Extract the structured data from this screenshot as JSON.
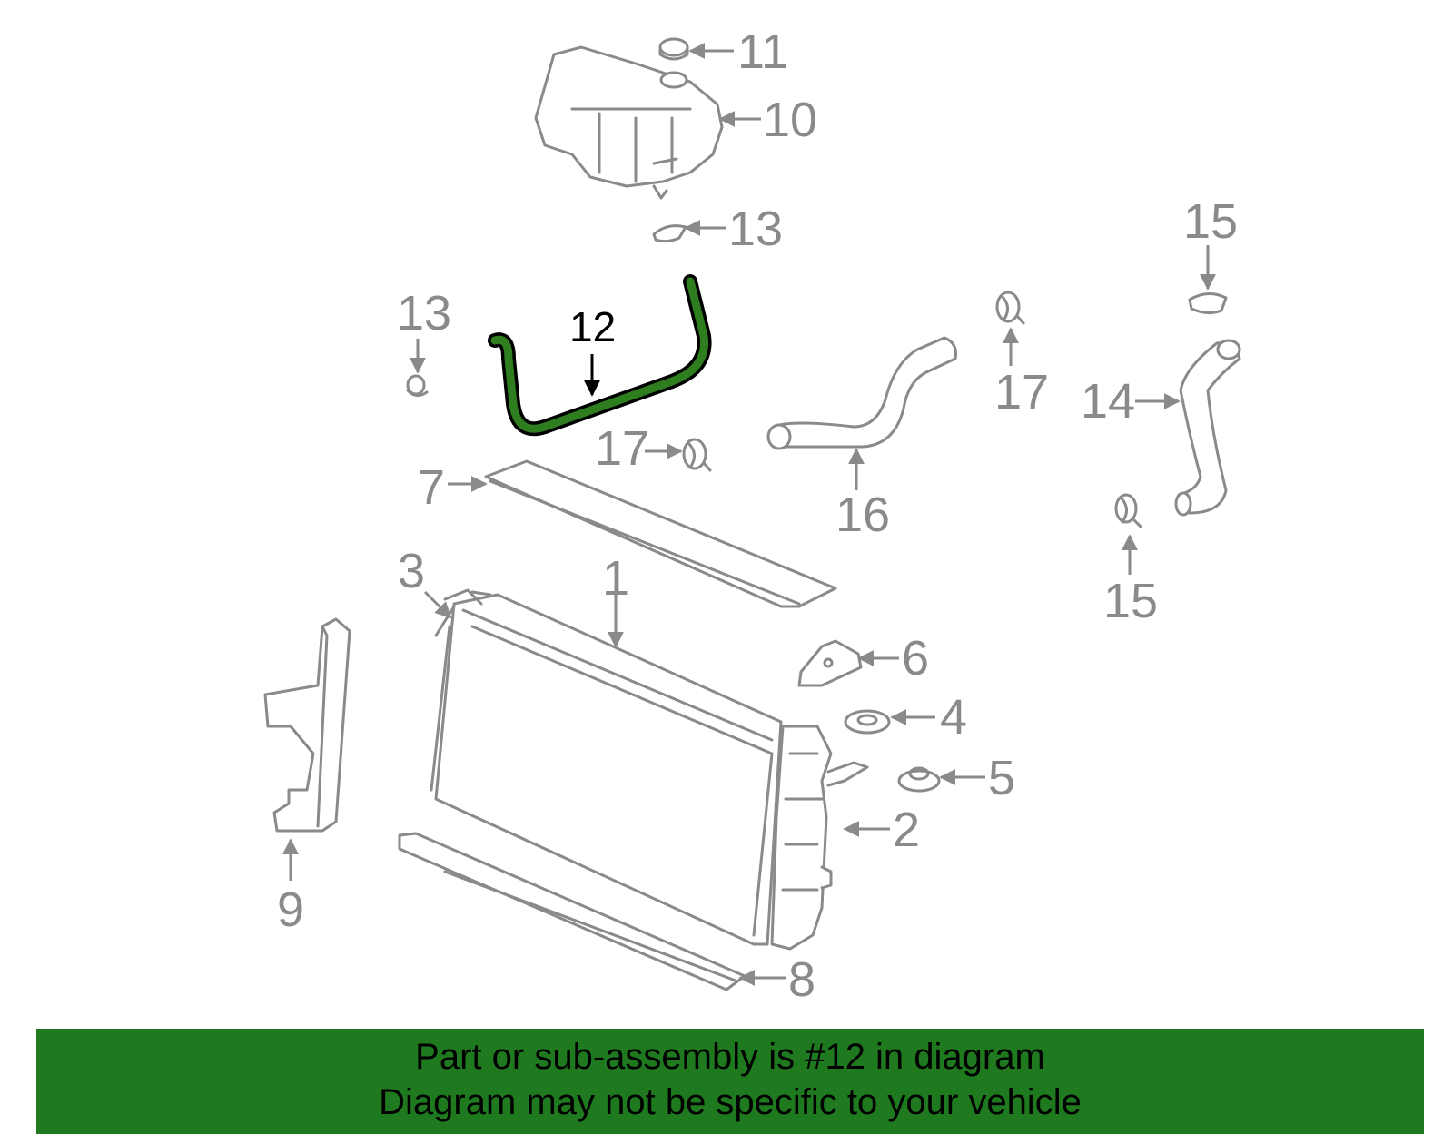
{
  "diagram": {
    "highlight_color": "#2e7d1f",
    "banner_color": "#1f7a1f",
    "callouts": {
      "c1": "1",
      "c2": "2",
      "c3": "3",
      "c4": "4",
      "c5": "5",
      "c6": "6",
      "c7": "7",
      "c8": "8",
      "c9": "9",
      "c10": "10",
      "c11": "11",
      "c12": "12",
      "c13a": "13",
      "c13b": "13",
      "c14": "14",
      "c15a": "15",
      "c15b": "15",
      "c16": "16",
      "c17a": "17",
      "c17b": "17"
    }
  },
  "banner": {
    "line1": "Part or sub-assembly is #12 in diagram",
    "line2": "Diagram may not be specific to your vehicle"
  }
}
